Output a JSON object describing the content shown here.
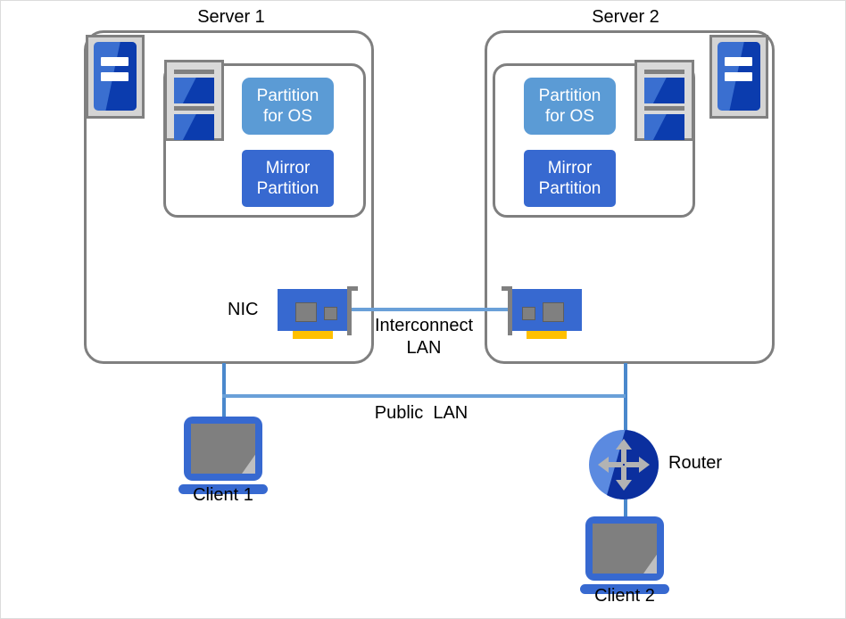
{
  "diagram": {
    "title_server1": "Server 1",
    "title_server2": "Server 2",
    "colors": {
      "partition_os": "#5b9bd5",
      "partition_mirror": "#3769d0",
      "container_border": "#7f7f7f",
      "public_lan_line": "#6aa0d8",
      "drop_line": "#4a88cc",
      "nic_board": "#3769d0",
      "nic_gold": "#ffc000",
      "router_light": "#5b8ae0",
      "router_dark": "#0b2f9e",
      "screen_gray": "#7f7f7f"
    }
  },
  "server1": {
    "title": "Server 1",
    "partition_os": "Partition\nfor OS",
    "partition_mirror": "Mirror\nPartition",
    "nic_label": "NIC",
    "server_icon_name": "server-rack-icon",
    "disk_icon_name": "disk-array-icon"
  },
  "server2": {
    "title": "Server 2",
    "partition_os": "Partition\nfor OS",
    "partition_mirror": "Mirror\nPartition",
    "server_icon_name": "server-rack-icon",
    "disk_icon_name": "disk-array-icon"
  },
  "network": {
    "interconnect_label": "Interconnect\nLAN",
    "public_lan_label": "Public  LAN"
  },
  "clients": {
    "client1": "Client 1",
    "client2": "Client 2"
  },
  "router": {
    "label": "Router"
  }
}
